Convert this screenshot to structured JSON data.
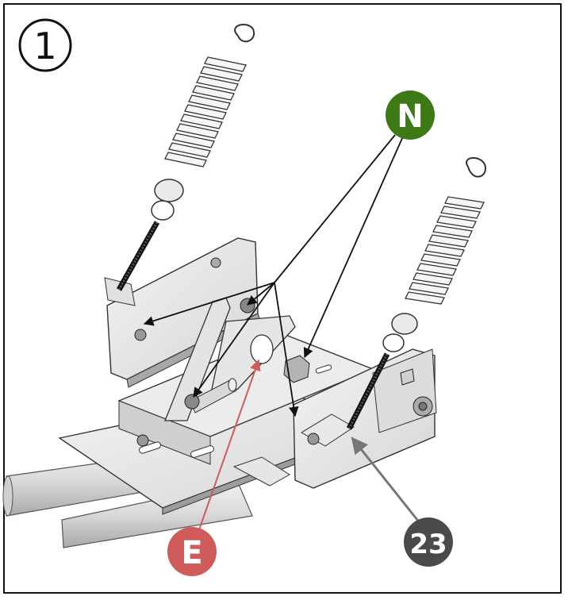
{
  "step_number": "1",
  "callouts": {
    "nut": {
      "letter": "N",
      "color": "#3d7a16"
    },
    "hole": {
      "letter": "E",
      "color": "#cf5b5b"
    },
    "part": {
      "number": "23",
      "color": "#4a4a4a"
    }
  },
  "icons": [
    "spring-icon",
    "bracket-assembly-icon",
    "frame-tube-icon"
  ]
}
